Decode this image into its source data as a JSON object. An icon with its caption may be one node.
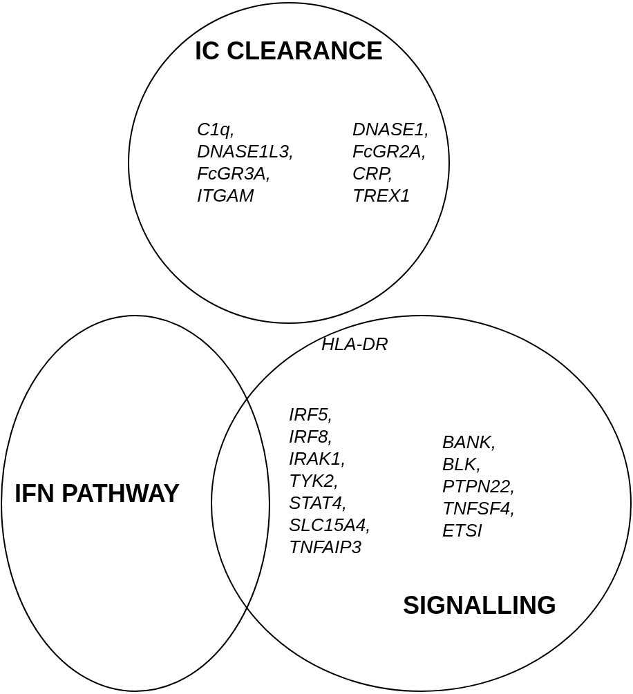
{
  "diagram": {
    "nodes": [
      {
        "text": [
          "IC CLEARANCE",
          "C1q, DNASE1L3, FcGR3A, ITGAM",
          "DNASE1, FcGR2A, CRP, TREX1"
        ]
      },
      {
        "text": [
          "IFN PATHWAY"
        ]
      },
      {
        "text": [
          "BANK, BLK, PTPN22, TNFSF4, ETSI",
          "SIGNALLING"
        ]
      }
    ],
    "labels": [
      "HLA-DR",
      "IRF5, IRF8, IRAK1, TYK2, STAT4, SLC15A4, TNFAIP3"
    ]
  }
}
